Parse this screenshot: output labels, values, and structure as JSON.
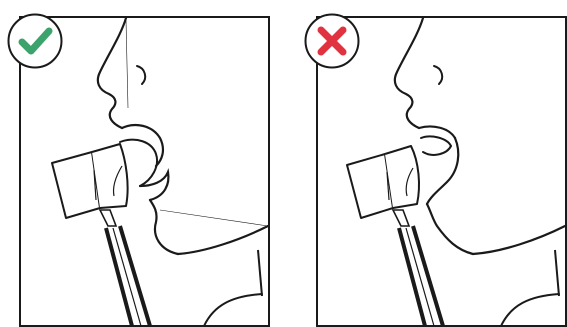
{
  "panels": [
    {
      "id": "correct",
      "verdict_icon": "checkmark-icon",
      "verdict_color": "#3da36d",
      "illustration": "mouth-with-mouthpiece"
    },
    {
      "id": "incorrect",
      "verdict_icon": "cross-icon",
      "verdict_color": "#e0323f",
      "illustration": "mouth-with-mouthpiece"
    }
  ],
  "colors": {
    "line": "#1a1a1a",
    "badge_fill": "#ffffff",
    "background": "#ffffff"
  }
}
